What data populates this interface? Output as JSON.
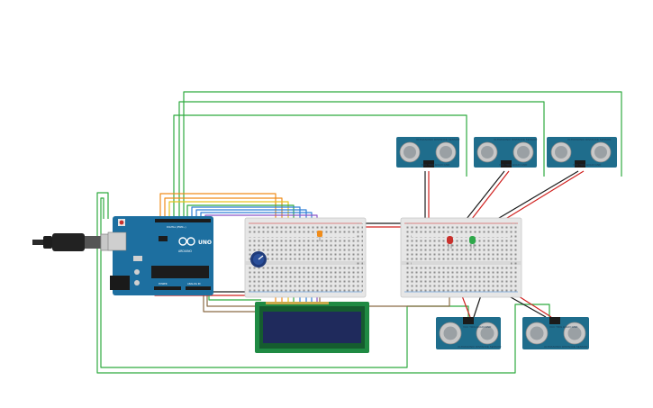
{
  "board": {
    "brand": "UNO",
    "maker": "ARDUINO",
    "label_digital": "DIGITAL (PWM~)",
    "label_power": "POWER",
    "label_analog": "ANALOG IN"
  },
  "sensor_labels": {
    "name": "ULTRASONIC DISTANCE SENSOR",
    "pins": "VCC TRIG ECHO GND"
  },
  "lcd": {
    "text": ""
  },
  "colors": {
    "wire_green": "#2eaa3f",
    "wire_red": "#d0211f",
    "wire_black": "#1a1a1a",
    "wire_orange": "#f08c1a",
    "wire_yellow": "#e6c31c",
    "wire_blue": "#2f7fd6",
    "wire_purple": "#8a55c8",
    "wire_brown": "#8a6a44",
    "arduino": "#1d6fa0",
    "sensor": "#1f6d8c",
    "lcd_screen": "#1f2a5c",
    "lcd_board": "#1f8a43",
    "breadboard": "#e6e6e6"
  }
}
